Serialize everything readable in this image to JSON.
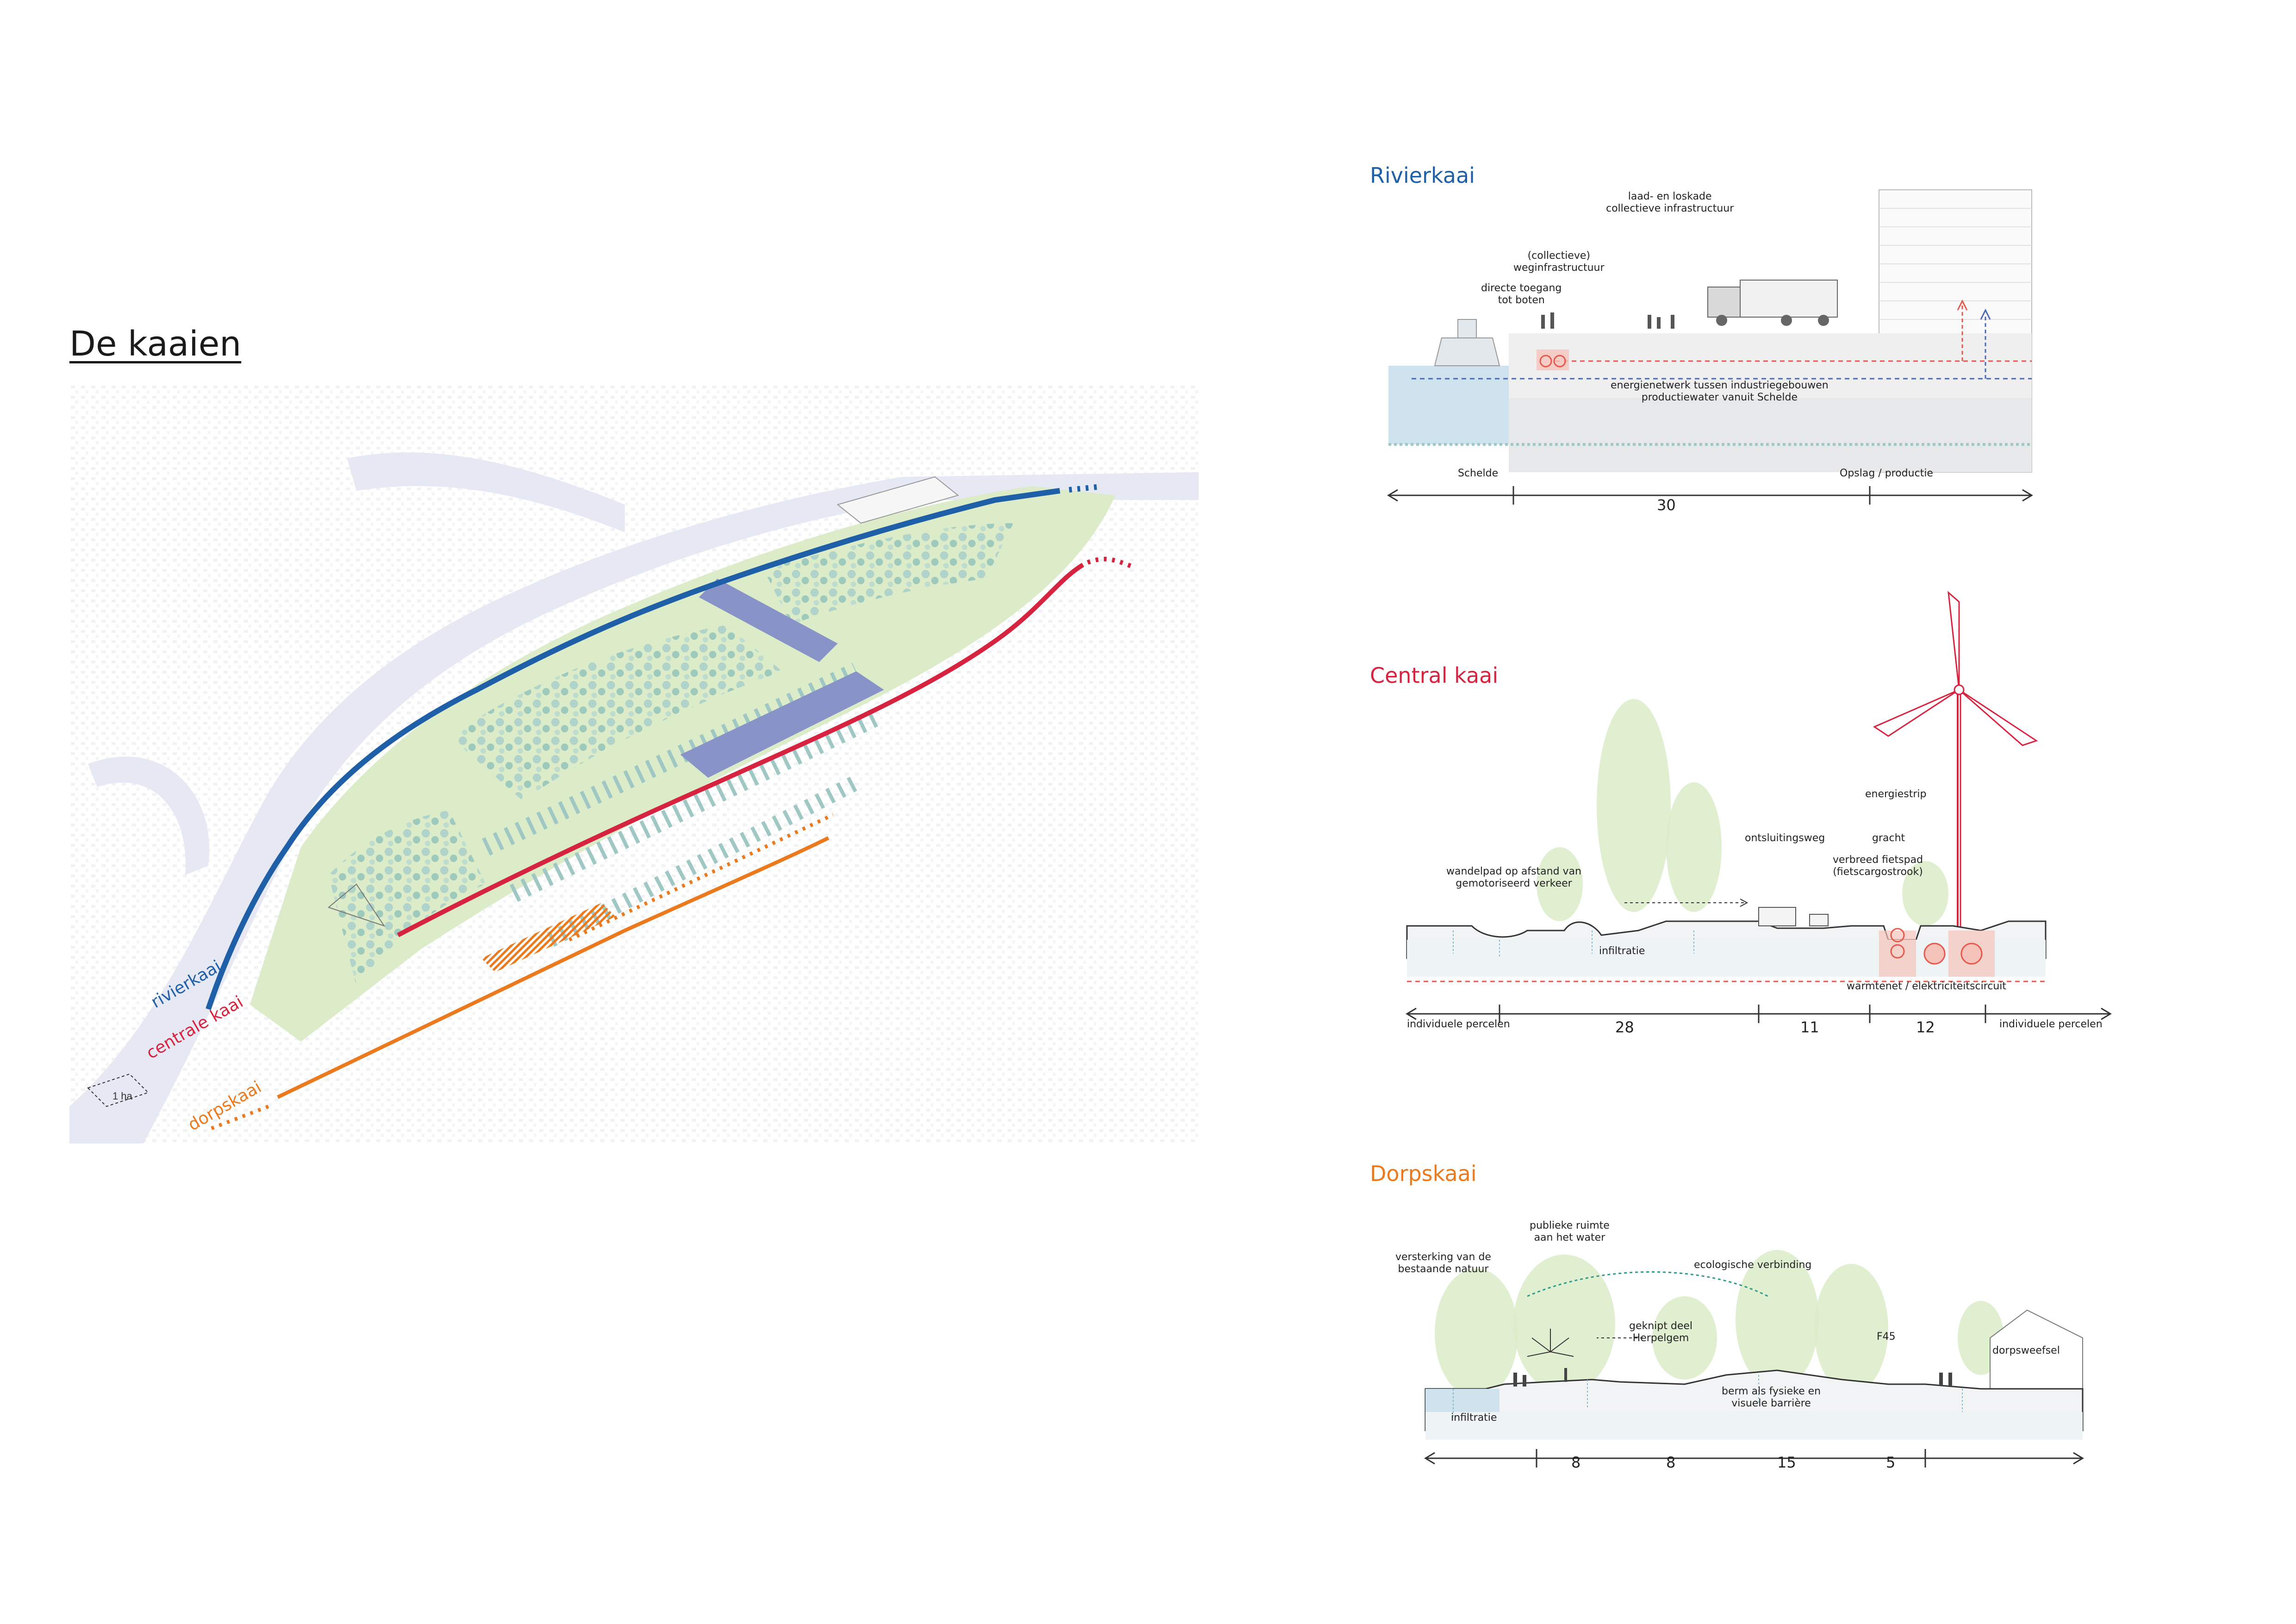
{
  "title": "De kaaien",
  "map": {
    "routes": {
      "rivierkaai": "rivierkaai",
      "centrale_kaai": "centrale kaai",
      "dorpskaai": "dorpskaai"
    },
    "scale_label": "1 ha",
    "colors": {
      "river": "#e6e8f3",
      "blue": "#1f5fa8",
      "red": "#d6233f",
      "orange": "#ea7a1d",
      "green": "#d9ebc8",
      "tree": "#9fc7c3",
      "roof": "#8893c7"
    }
  },
  "sections": {
    "rivierkaai": {
      "title": "Rivierkaai",
      "labels": {
        "laad": "laad- en loskade\ncollectieve infrastructuur",
        "weg": "(collectieve)\nweginfrastructuur",
        "toegang": "directe toegang\ntot boten",
        "energie": "energienetwerk tussen industriegebouwen\nproductiewater vanuit Schelde"
      },
      "ends": {
        "left": "Schelde",
        "right": "Opslag / productie"
      },
      "dims": [
        "30"
      ]
    },
    "central": {
      "title": "Central kaai",
      "labels": {
        "energiestrip": "energiestrip",
        "ontsluitingsweg": "ontsluitingsweg",
        "gracht": "gracht",
        "fietspad": "verbreed fietspad\n(fietscargostrook)",
        "wandelpad": "wandelpad op afstand van\ngemotoriseerd verkeer",
        "infiltratie": "infiltratie",
        "warmtenet": "warmtenet / elektriciteitscircuit"
      },
      "ends": {
        "left": "individuele percelen",
        "right": "individuele percelen"
      },
      "dims": [
        "28",
        "11",
        "12"
      ]
    },
    "dorpskaai": {
      "title": "Dorpskaai",
      "labels": {
        "publieke": "publieke ruimte\naan het water",
        "versterking": "versterking van de\nbestaande natuur",
        "ecologische": "ecologische verbinding",
        "geknipt": "geknipt deel\nHerpelgem",
        "f45": "F45",
        "dorpsweefsel": "dorpsweefsel",
        "berm": "berm als fysieke en\nvisuele barrière",
        "infiltratie": "infiltratie"
      },
      "dims": [
        "8",
        "8",
        "15",
        "5"
      ]
    }
  }
}
